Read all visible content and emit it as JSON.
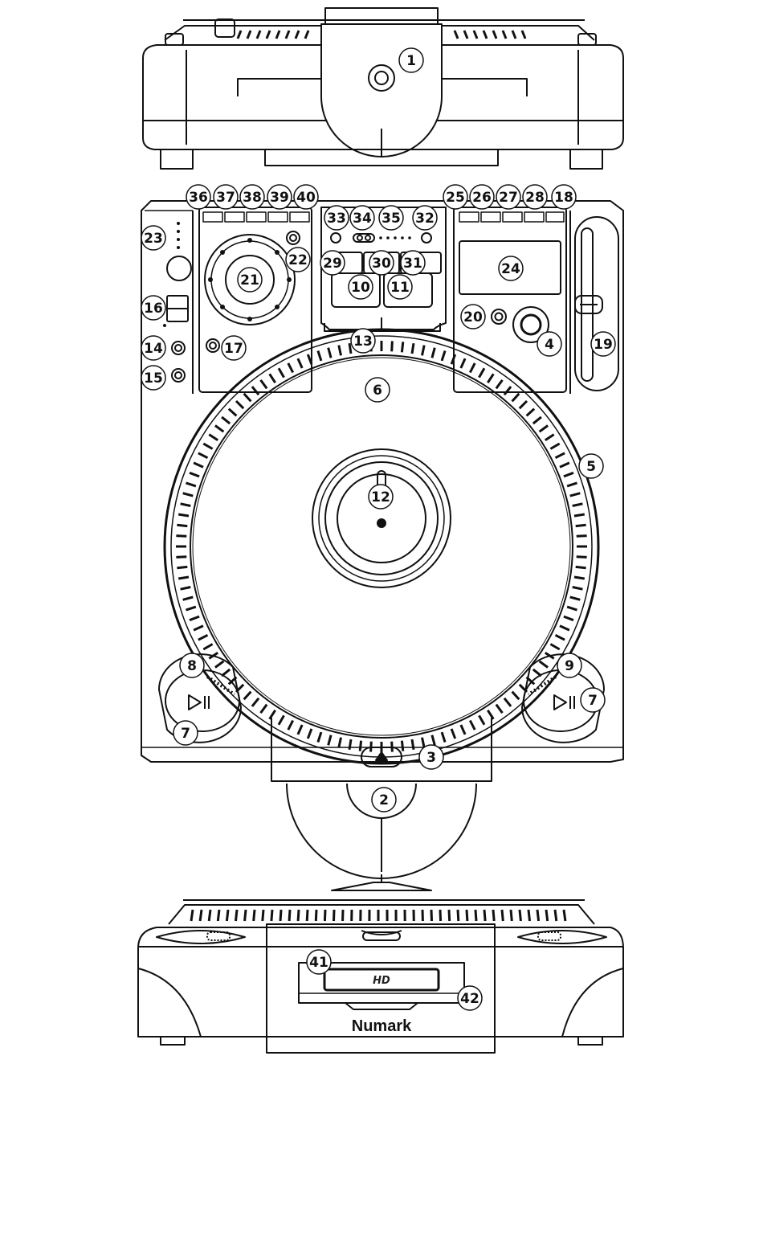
{
  "brand": "Numark",
  "slot_label": "HD",
  "callouts": [
    "1",
    "2",
    "3",
    "4",
    "5",
    "6",
    "7",
    "7",
    "8",
    "9",
    "10",
    "11",
    "12",
    "13",
    "14",
    "15",
    "16",
    "17",
    "18",
    "19",
    "20",
    "21",
    "22",
    "23",
    "24",
    "25",
    "26",
    "27",
    "28",
    "29",
    "30",
    "31",
    "32",
    "33",
    "34",
    "35",
    "36",
    "37",
    "38",
    "39",
    "40",
    "41",
    "42"
  ]
}
